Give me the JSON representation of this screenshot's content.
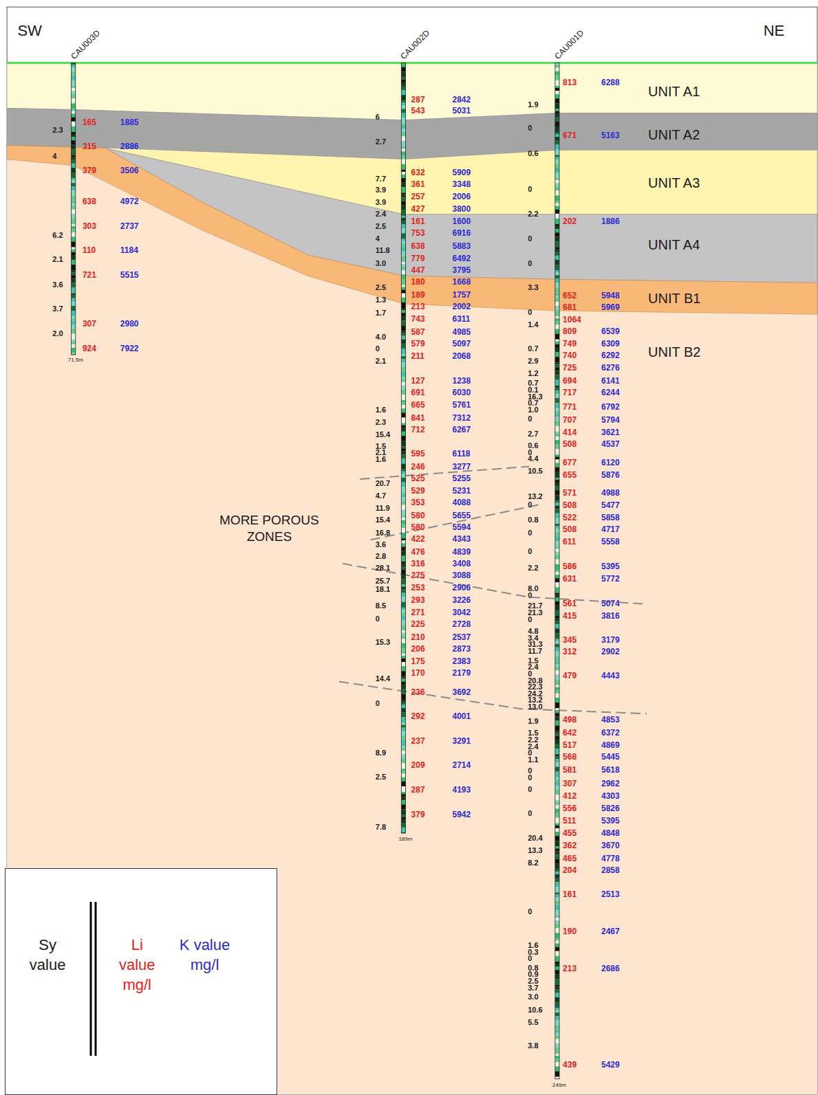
{
  "diagram": {
    "nodes": [
      {
        "text": [
          "Sy value",
          "Li value mg/l",
          "K value mg/l"
        ]
      }
    ],
    "labels": [
      "SW",
      "NE",
      "CAU003D",
      "CAU002D",
      "CAU001D",
      "UNIT A1",
      "UNIT A2",
      "UNIT A3",
      "UNIT A4",
      "UNIT B1",
      "UNIT B2",
      "MORE POROUS ZONES",
      "71.5m",
      "189m",
      "249m",
      "165",
      "315",
      "379",
      "638",
      "303",
      "110",
      "721",
      "307",
      "924",
      "1885",
      "2886",
      "3506",
      "4972",
      "2737",
      "1184",
      "5515",
      "2980",
      "7922",
      "2.3",
      "4",
      "6.2",
      "2.1",
      "3.6",
      "3.7",
      "2.0",
      "287",
      "543",
      "632",
      "361",
      "257",
      "427",
      "161",
      "753",
      "638",
      "779",
      "447",
      "180",
      "189",
      "213",
      "743",
      "587",
      "579",
      "211",
      "127",
      "691",
      "665",
      "841",
      "712",
      "595",
      "246",
      "525",
      "529",
      "353",
      "580",
      "580",
      "422",
      "476",
      "316",
      "275",
      "253",
      "293",
      "271",
      "225",
      "210",
      "206",
      "175",
      "170",
      "236",
      "292",
      "237",
      "209",
      "287",
      "379",
      "2842",
      "5031",
      "5909",
      "3348",
      "2006",
      "3800",
      "1600",
      "6916",
      "5883",
      "6492",
      "3795",
      "1668",
      "1757",
      "2002",
      "6311",
      "4985",
      "5097",
      "2068",
      "1238",
      "6030",
      "5761",
      "7312",
      "6267",
      "6118",
      "3277",
      "5255",
      "5231",
      "4088",
      "5655",
      "5594",
      "4343",
      "4839",
      "3408",
      "3088",
      "2906",
      "3226",
      "3042",
      "2728",
      "2537",
      "2873",
      "2383",
      "2179",
      "3692",
      "4001",
      "3291",
      "2714",
      "4193",
      "5942",
      "6",
      "2.7",
      "7.7",
      "3.9",
      "3.9",
      "2.4",
      "2.5",
      "4",
      "11.8",
      "3.0",
      "2.5",
      "1.3",
      "1.7",
      "4.0",
      "0",
      "2.1",
      "1.6",
      "2.3",
      "15.4",
      "1.5",
      "2.1",
      "1.6",
      "20.7",
      "4.7",
      "11.9",
      "15.4",
      "16.8",
      "3.6",
      "2.8",
      "28.1",
      "25.7",
      "18.1",
      "8.5",
      "0",
      "15.3",
      "14.4",
      "0",
      "8.9",
      "2.5",
      "7.8",
      "813",
      "671",
      "202",
      "652",
      "681",
      "1064",
      "809",
      "749",
      "740",
      "725",
      "694",
      "717",
      "771",
      "707",
      "414",
      "508",
      "677",
      "655",
      "571",
      "508",
      "522",
      "508",
      "611",
      "586",
      "631",
      "561",
      "415",
      "345",
      "312",
      "479",
      "498",
      "642",
      "517",
      "568",
      "581",
      "307",
      "412",
      "556",
      "511",
      "455",
      "362",
      "465",
      "204",
      "161",
      "190",
      "213",
      "439",
      "6288",
      "5163",
      "1886",
      "5948",
      "5969",
      "6539",
      "6309",
      "6292",
      "6276",
      "6141",
      "6244",
      "6792",
      "5794",
      "3621",
      "4537",
      "6120",
      "5876",
      "4988",
      "5477",
      "5858",
      "4717",
      "5558",
      "5395",
      "5772",
      "5074",
      "3816",
      "3179",
      "2902",
      "4443",
      "4853",
      "6372",
      "4869",
      "5445",
      "5618",
      "2962",
      "4303",
      "5826",
      "5395",
      "4848",
      "3670",
      "4778",
      "2858",
      "2513",
      "2467",
      "2686",
      "5429",
      "1.9",
      "0",
      "0.6",
      "0",
      "2.2",
      "0",
      "0",
      "3.3",
      "0",
      "1.4",
      "0.7",
      "2.9",
      "1.2",
      "0.7",
      "0.1",
      "16.3",
      "0.7",
      "1.0",
      "0",
      "2.7",
      "0.6",
      "0",
      "4.4",
      "10.5",
      "13.2",
      "0",
      "0.8",
      "0",
      "0",
      "2.2",
      "8.0",
      "0",
      "21.7",
      "21.3",
      "0",
      "4.8",
      "3.4",
      "31.3",
      "11.7",
      "1.5",
      "2.4",
      "0",
      "20.8",
      "22.3",
      "24.2",
      "13.2",
      "13.0",
      "1.9",
      "1.5",
      "2.2",
      "2.4",
      "0",
      "1.1",
      "0",
      "0",
      "0",
      "0",
      "20.4",
      "13.3",
      "8.2",
      "0",
      "1.6",
      "0.3",
      "0",
      "0.8",
      "0.9",
      "2.5",
      "3.7",
      "3.0",
      "10.6",
      "5.5",
      "3.8"
    ]
  }
}
